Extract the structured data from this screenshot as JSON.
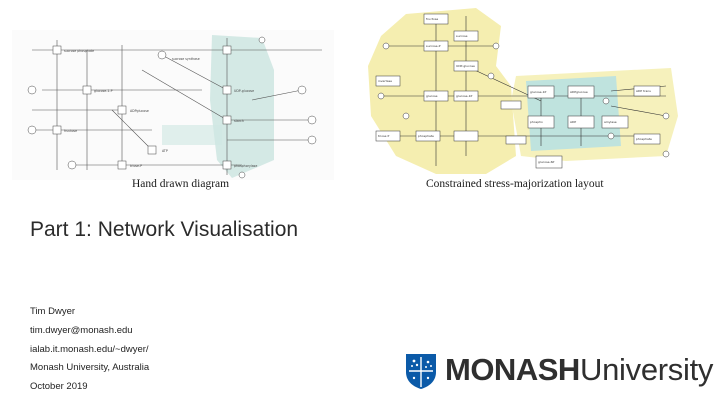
{
  "figures": {
    "left_caption": "Hand drawn diagram",
    "right_caption": "Constrained stress-majorization layout"
  },
  "slide": {
    "title": "Part 1: Network Visualisation"
  },
  "author": {
    "name": "Tim Dwyer",
    "email": "tim.dwyer@monash.edu",
    "url": "ialab.it.monash.edu/~dwyer/",
    "affiliation": "Monash University, Australia",
    "date": "October 2019"
  },
  "logo": {
    "bold_text": "MONASH",
    "light_text": "University"
  },
  "colors": {
    "region_yellow": "#f5eeb0",
    "region_teal": "#bfe3de",
    "logo_blue": "#0b5aa8"
  }
}
